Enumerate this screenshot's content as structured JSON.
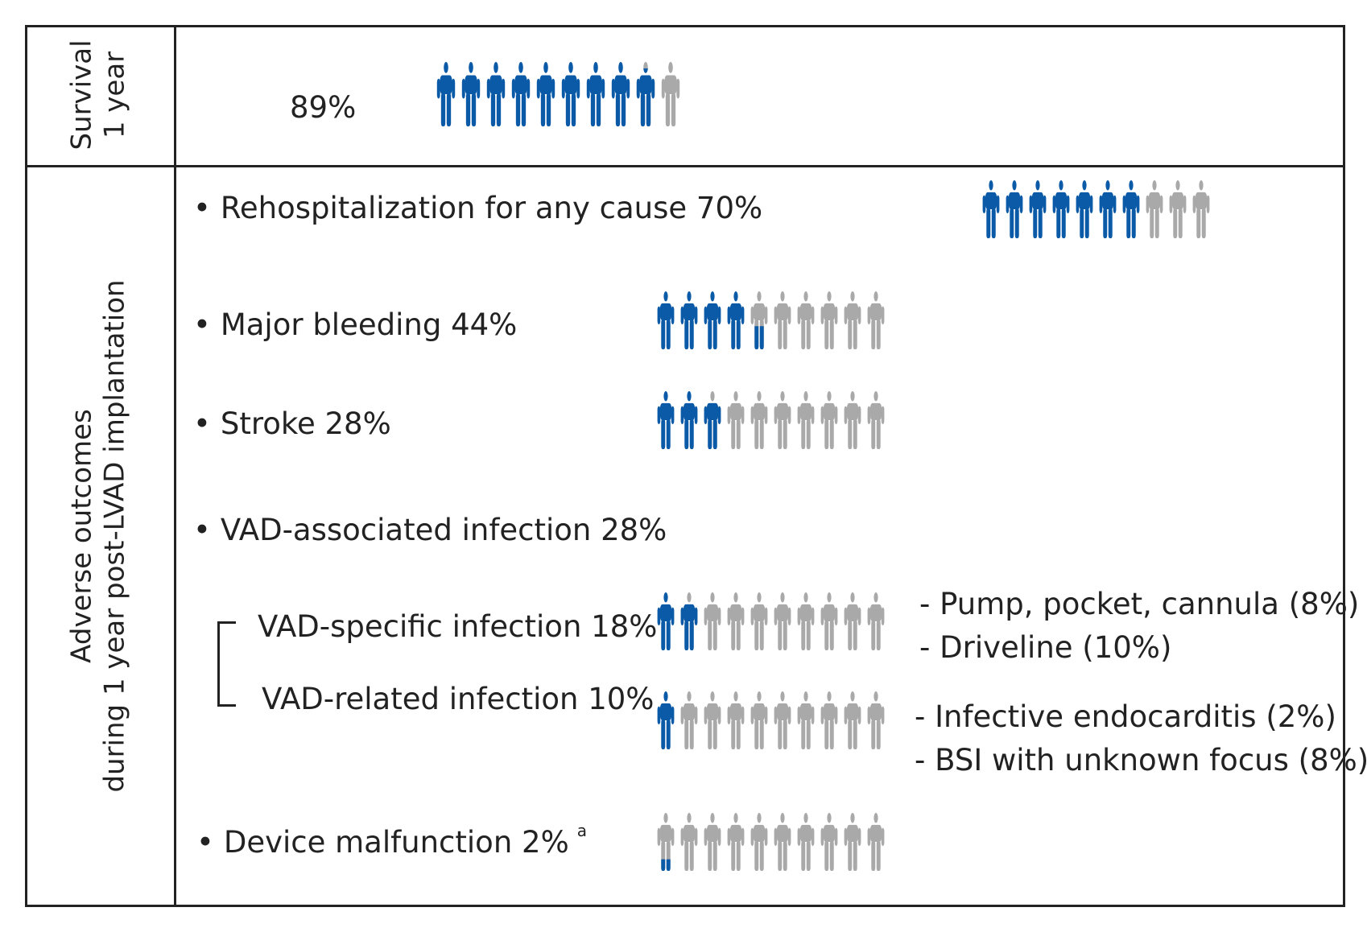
{
  "colors": {
    "filled": "#0a5aa8",
    "empty": "#a9a9a9",
    "border": "#222222"
  },
  "left_labels": {
    "survival": [
      "Survival",
      "1 year"
    ],
    "adverse": [
      "Adverse outcomes",
      "during 1 year post-LVAD implantation"
    ]
  },
  "survival": {
    "value_text": "89%",
    "fraction": 0.89
  },
  "outcomes": [
    {
      "id": "rehospitalization",
      "label": "Rehospitalization for any cause 70%",
      "fraction": 0.7
    },
    {
      "id": "major-bleeding",
      "label": "Major bleeding 44%",
      "fraction": 0.44
    },
    {
      "id": "stroke",
      "label": "Stroke 28%",
      "fraction": 0.28
    },
    {
      "id": "vad-associated",
      "label": "VAD-associated infection 28%"
    },
    {
      "id": "vad-specific",
      "label": "VAD-specific infection 18%",
      "fraction": 0.18
    },
    {
      "id": "vad-related",
      "label": "VAD-related infection 10%",
      "fraction": 0.1
    },
    {
      "id": "device-malfunction",
      "label": "Device malfunction 2%",
      "footnote": "a",
      "fraction": 0.02
    }
  ],
  "sub_notes": {
    "specific": [
      "- Pump, pocket, cannula (8%)",
      "- Driveline (10%)"
    ],
    "related": [
      "- Infective endocarditis (2%)",
      "- BSI with unknown focus (8%)"
    ]
  }
}
